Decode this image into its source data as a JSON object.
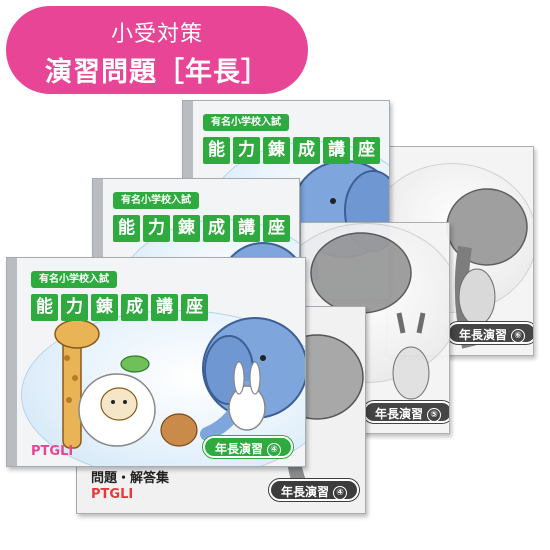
{
  "badge": {
    "line1": "小受対策",
    "line2": "演習問題［年長］"
  },
  "series": {
    "tagline": "有名小学校入試",
    "title_chars": [
      "能",
      "力",
      "錬",
      "成",
      "講",
      "座"
    ],
    "logo": "PTGLI"
  },
  "books": [
    {
      "grade": "年長演習",
      "number": "⑥"
    },
    {
      "grade": "年長演習",
      "number": "⑤"
    },
    {
      "grade": "年長演習",
      "number": "④"
    }
  ],
  "answer_book": {
    "label": "問題・解答集",
    "grade": "年長演習",
    "number": "④"
  },
  "colors": {
    "badge": "#e84596",
    "title_green": "#2eaa3f",
    "answer_pill": "#3c3c3c"
  }
}
